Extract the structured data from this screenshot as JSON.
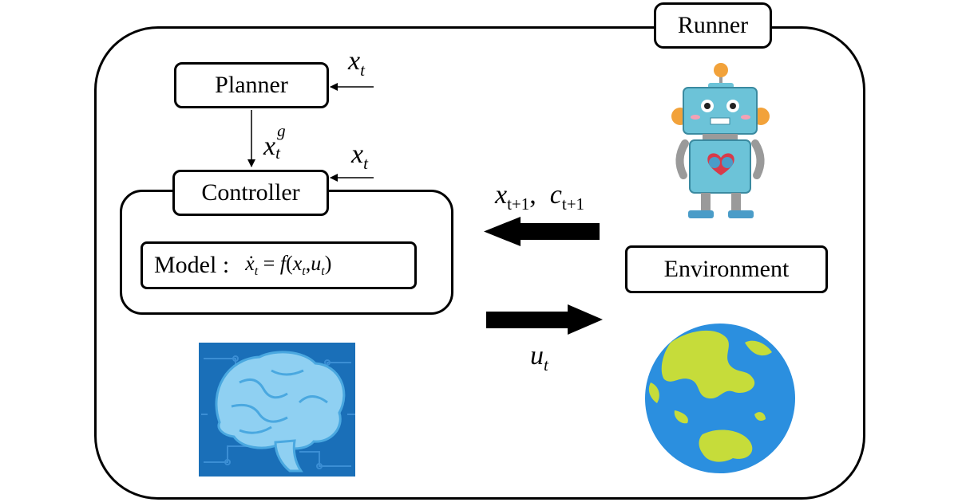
{
  "runner": {
    "label": "Runner"
  },
  "planner": {
    "label": "Planner",
    "input": {
      "var": "x",
      "sub": "t"
    }
  },
  "goal": {
    "var": "x",
    "sub": "t",
    "sup": "g"
  },
  "controller": {
    "label": "Controller",
    "input": {
      "var": "x",
      "sub": "t"
    },
    "model": {
      "label": "Model :",
      "lhs": "ẋ",
      "lhs_sub": "t",
      "equals": "=",
      "func": "f",
      "arg1": "x",
      "arg1_sub": "t",
      "arg2": "u",
      "arg2_sub": "t"
    }
  },
  "feedback": {
    "x": "x",
    "x_sub": "t+1",
    "sep": ",",
    "c": "c",
    "c_sub": "t+1"
  },
  "action": {
    "var": "u",
    "sub": "t"
  },
  "environment": {
    "label": "Environment"
  },
  "icons": {
    "robot": "robot-icon",
    "brain": "brain-icon",
    "earth": "earth-globe-icon"
  },
  "colors": {
    "line": "#000000",
    "brain_bg": "#1a6fb8",
    "brain": "#8fd0f2",
    "ocean": "#2b8fdf",
    "land": "#c6dc3a",
    "robot_body": "#6cc3d8",
    "robot_joint": "#9a9a9a",
    "robot_antenna": "#f2a23a",
    "robot_heart": "#d83a4a"
  }
}
